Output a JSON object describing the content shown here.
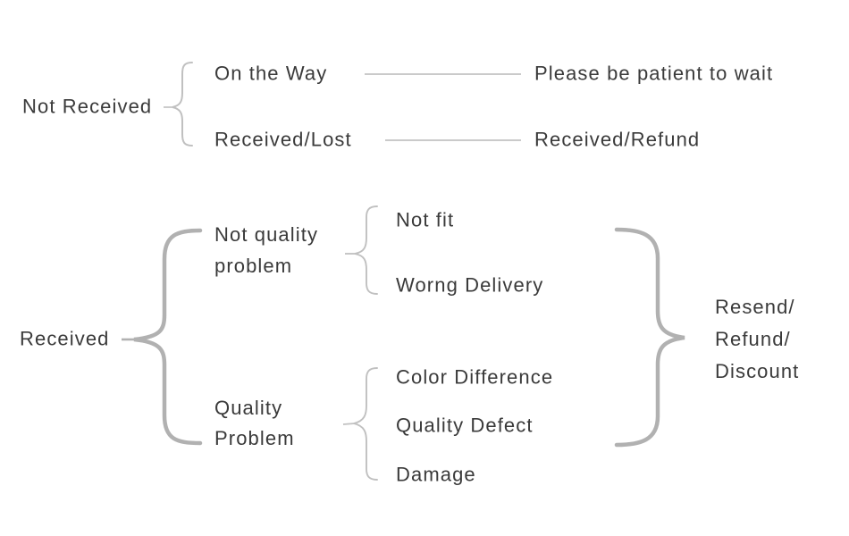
{
  "diagram": {
    "background": "#ffffff",
    "text_color": "#3a3a3a",
    "thick_brace_color": "#b1b1b1",
    "thin_brace_color": "#c0c0c0",
    "connector_line_color": "#aaaaaa",
    "not_received_group": {
      "root_label": "Not Received",
      "branches": [
        {
          "label": "On the Way",
          "outcome": "Please be patient to wait"
        },
        {
          "label": "Received/Lost",
          "outcome": "Received/Refund"
        }
      ]
    },
    "received_group": {
      "root_label": "Received",
      "branches": [
        {
          "label_lines": [
            "Not quality",
            "problem"
          ],
          "children": [
            "Not fit",
            "Worng Delivery"
          ]
        },
        {
          "label_lines": [
            "Quality",
            "Problem"
          ],
          "children": [
            "Color Difference",
            "Quality Defect",
            "Damage"
          ]
        }
      ],
      "outcome_lines": [
        "Resend/",
        "Refund/",
        "Discount"
      ]
    }
  }
}
